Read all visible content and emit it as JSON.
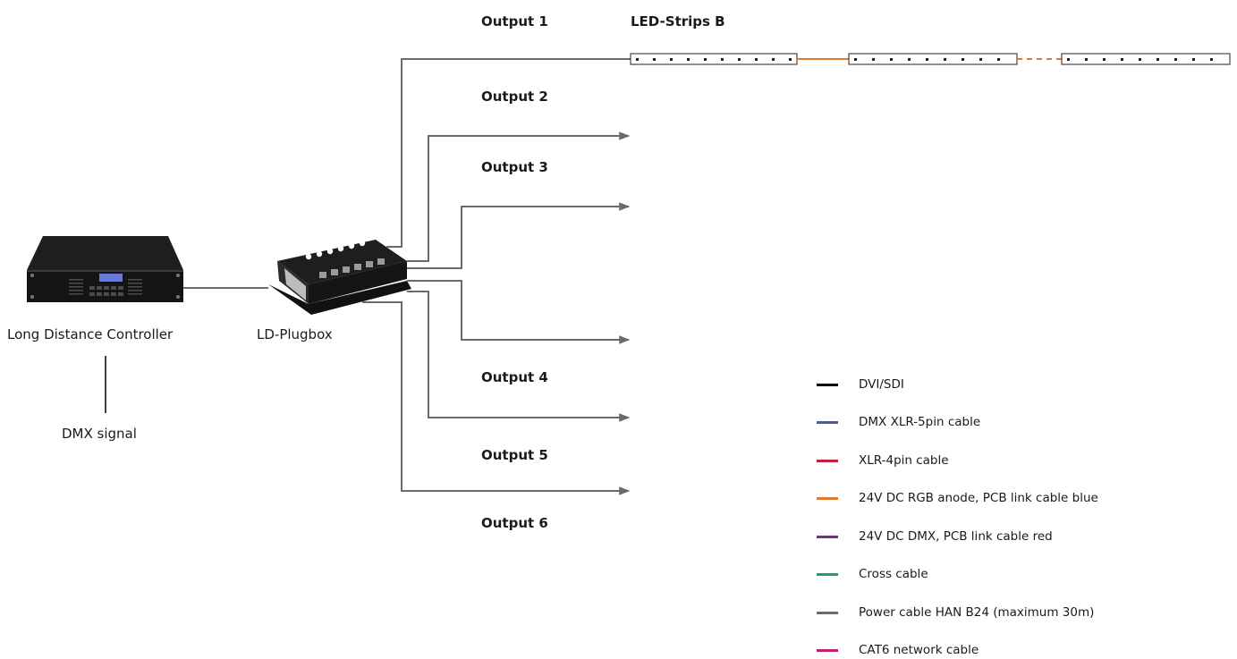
{
  "labels": {
    "controller": "Long Distance Controller",
    "plugbox": "LD-Plugbox",
    "dmx_signal": "DMX signal",
    "led_strips": "LED-Strips B"
  },
  "outputs": [
    "Output 1",
    "Output 2",
    "Output 3",
    "Output 4",
    "Output 5",
    "Output 6"
  ],
  "colors": {
    "cable_gray": "#6b6b6b",
    "led_link_orange": "#e07a2e"
  },
  "legend": [
    {
      "label": "DVI/SDI",
      "color": "#000000"
    },
    {
      "label": "DMX XLR-5pin cable",
      "color": "#4a5aa8"
    },
    {
      "label": "XLR-4pin cable",
      "color": "#c0203a"
    },
    {
      "label": "24V DC RGB anode, PCB link cable blue",
      "color": "#e07a2e"
    },
    {
      "label": "24V DC DMX, PCB link cable red",
      "color": "#7b2c8e"
    },
    {
      "label": "Cross cable",
      "color": "#1aa068"
    },
    {
      "label": "Power cable HAN B24 (maximum 30m)",
      "color": "#6b6b6b"
    },
    {
      "label": "CAT6 network cable",
      "color": "#c0206e"
    }
  ]
}
